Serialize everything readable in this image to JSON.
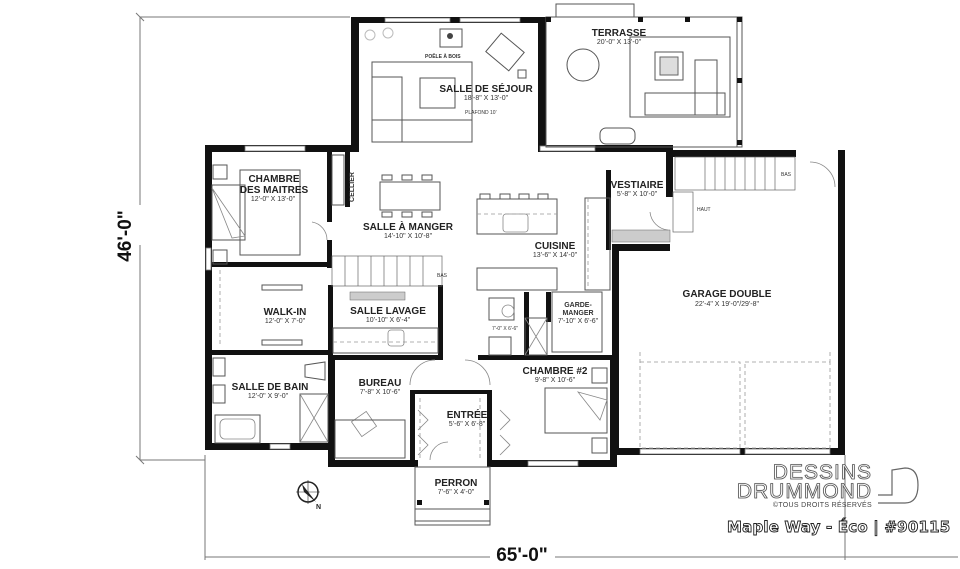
{
  "plan": {
    "dimensions": {
      "depth": "46'-0\"",
      "width": "65'-0\""
    },
    "rooms": {
      "salle_sejour": {
        "name": "SALLE DE SÉJOUR",
        "size": "18'-8\" X 13'-0\"",
        "note": "PLAFOND 10'",
        "feature": "POÊLE À BOIS"
      },
      "terrasse": {
        "name": "TERRASSE",
        "size": "20'-0\" X 13'-0\""
      },
      "chambre_maitres": {
        "name_line1": "CHAMBRE",
        "name_line2": "DES MAITRES",
        "size": "12'-0\" X 13'-0\""
      },
      "cellier": {
        "name": "CELLIER"
      },
      "salle_manger": {
        "name": "SALLE À MANGER",
        "size": "14'-10\" X 10'-8\""
      },
      "cuisine": {
        "name": "CUISINE",
        "size": "13'-6\" X 14'-0\""
      },
      "vestiaire": {
        "name": "VESTIAIRE",
        "size": "5'-8\" X 10'-0\""
      },
      "garage": {
        "name": "GARAGE DOUBLE",
        "size": "22'-4\" X 19'-0\"/29'-8\""
      },
      "walk_in": {
        "name": "WALK-IN",
        "size": "12'-0\" X 7'-0\""
      },
      "salle_lavage": {
        "name": "SALLE LAVAGE",
        "size": "10'-10\" X 6'-4\""
      },
      "salle_eau": {
        "size": "7'-0\" X 6'-6\""
      },
      "garde_manger": {
        "name_line1": "GARDE-",
        "name_line2": "MANGER",
        "size": "7'-10\" X 6'-6\""
      },
      "salle_bain": {
        "name": "SALLE DE BAIN",
        "size": "12'-0\" X 9'-0\""
      },
      "bureau": {
        "name": "BUREAU",
        "size": "7'-8\" X 10'-6\""
      },
      "entree": {
        "name": "ENTRÉE",
        "size": "5'-6\" X 6'-8\""
      },
      "chambre2": {
        "name": "CHAMBRE #2",
        "size": "9'-8\" X 10'-6\""
      },
      "perron": {
        "name": "PERRON",
        "size": "7'-6\" X 4'-0\""
      }
    },
    "stair_labels": {
      "bas_main": "BAS",
      "bas_garage": "BAS",
      "haut_garage": "HAUT"
    },
    "compass": {
      "label": "N"
    }
  },
  "branding": {
    "line1": "DESSINS",
    "line2": "DRUMMOND",
    "rights": "©TOUS DROITS RÉSERVÉS",
    "title": "Maple Way - Éco | #90115"
  }
}
